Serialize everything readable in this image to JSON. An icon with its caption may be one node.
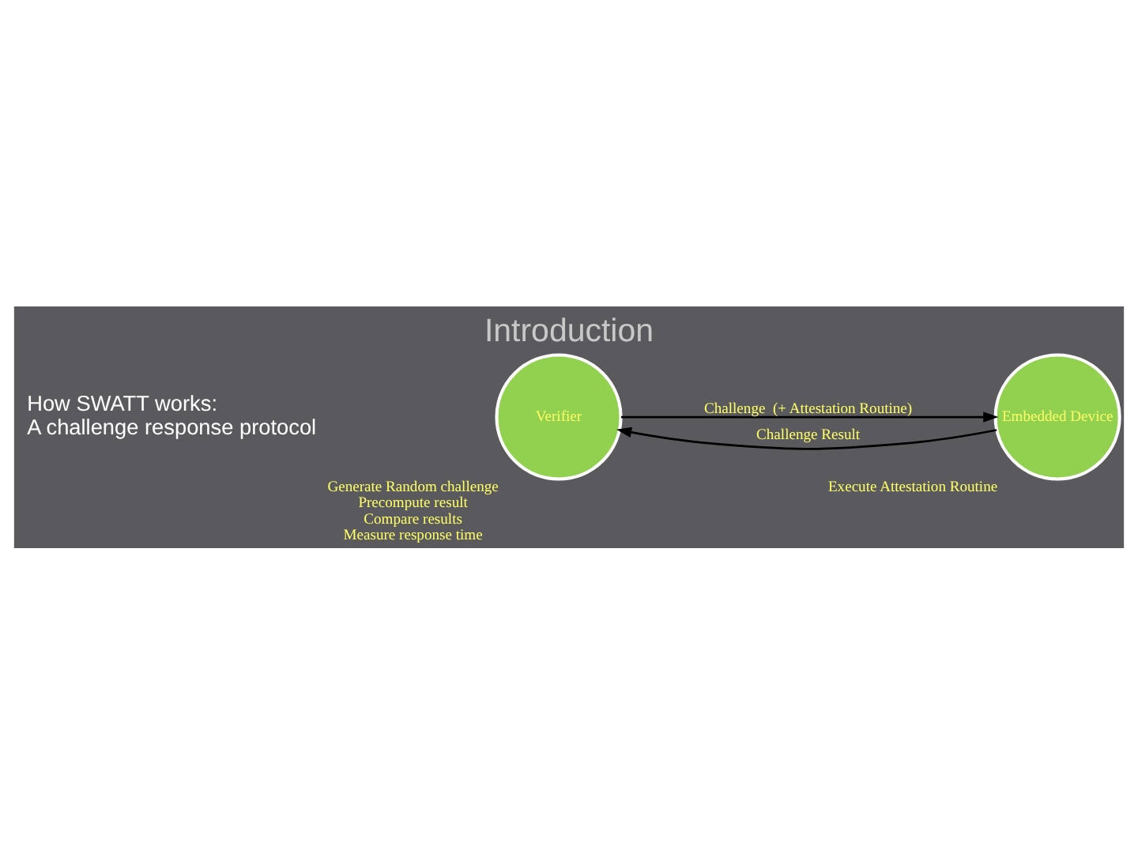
{
  "diagram": {
    "title": "Introduction",
    "nodes": [
      {
        "text": [
          "Verifier"
        ],
        "beside": [
          "Generate Random challenge",
          "Precompute result",
          "Compare results",
          "Measure response time"
        ]
      },
      {
        "text": [
          "Embedded Device"
        ],
        "beside": [
          "Execute Attestation Routine"
        ]
      }
    ],
    "edges": [
      {
        "from": 0,
        "to": 1,
        "arrow": "to",
        "label": "Challenge  (+ Attestation Routine)"
      },
      {
        "from": 1,
        "to": 0,
        "arrow": "to",
        "label": "Challenge Result"
      }
    ],
    "labels": [
      "How SWATT works:",
      "A challenge response protocol"
    ]
  }
}
